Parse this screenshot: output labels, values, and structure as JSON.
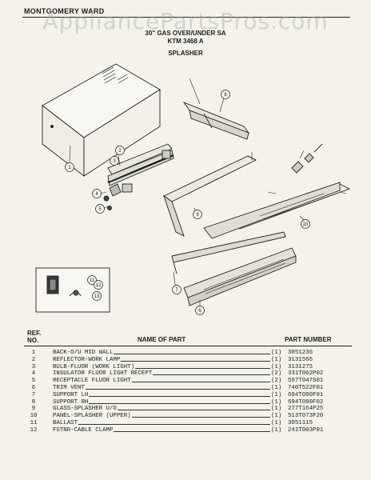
{
  "header": {
    "brand": "MONTGOMERY WARD",
    "watermark": "AppliancePartsPros.com",
    "title": "30\" GAS OVER/UNDER SA",
    "model": "KTM 3468 A",
    "section": "SPLASHER"
  },
  "diagram": {
    "callouts": [
      "1",
      "2",
      "3",
      "4",
      "5",
      "6",
      "7",
      "8",
      "9",
      "10",
      "11",
      "12",
      "13"
    ]
  },
  "table": {
    "ref_label_line1": "REF.",
    "ref_label_line2": "NO.",
    "name_label": "NAME OF PART",
    "part_label": "PART NUMBER",
    "rows": [
      {
        "no": "1",
        "name": "BACK-O/U MID WALL",
        "qty": "(1)",
        "pn": "3051236"
      },
      {
        "no": "2",
        "name": "REFLECTOR-WORK LAMP",
        "qty": "(1)",
        "pn": "3131566"
      },
      {
        "no": "3",
        "name": "BULB-FLUOR (WORK LIGHT)",
        "qty": "(1)",
        "pn": "3131275"
      },
      {
        "no": "4",
        "name": "INSULATOR FLUOR LIGHT RECEPT",
        "qty": "(2)",
        "pn": "331T062P02"
      },
      {
        "no": "5",
        "name": "RECEPTACLE FLUOR LIGHT",
        "qty": "(2)",
        "pn": "597T047S01"
      },
      {
        "no": "6",
        "name": "TRIM VENT",
        "qty": "(1)",
        "pn": "740T522F01"
      },
      {
        "no": "7",
        "name": "SUPPORT LH",
        "qty": "(1)",
        "pn": "694T090F01"
      },
      {
        "no": "8",
        "name": "SUPPORT RH",
        "qty": "(1)",
        "pn": "694T090F02"
      },
      {
        "no": "9",
        "name": "GLASS-SPLASHER U/O",
        "qty": "(1)",
        "pn": "277T164P25"
      },
      {
        "no": "10",
        "name": "PANEL-SPLASHER (UPPER)",
        "qty": "(1)",
        "pn": "513T073F20"
      },
      {
        "no": "11",
        "name": "BALLAST",
        "qty": "(1)",
        "pn": "3051115"
      },
      {
        "no": "12",
        "name": "FSTNR-CABLE CLAMP",
        "qty": "(1)",
        "pn": "241T003P01"
      }
    ]
  }
}
